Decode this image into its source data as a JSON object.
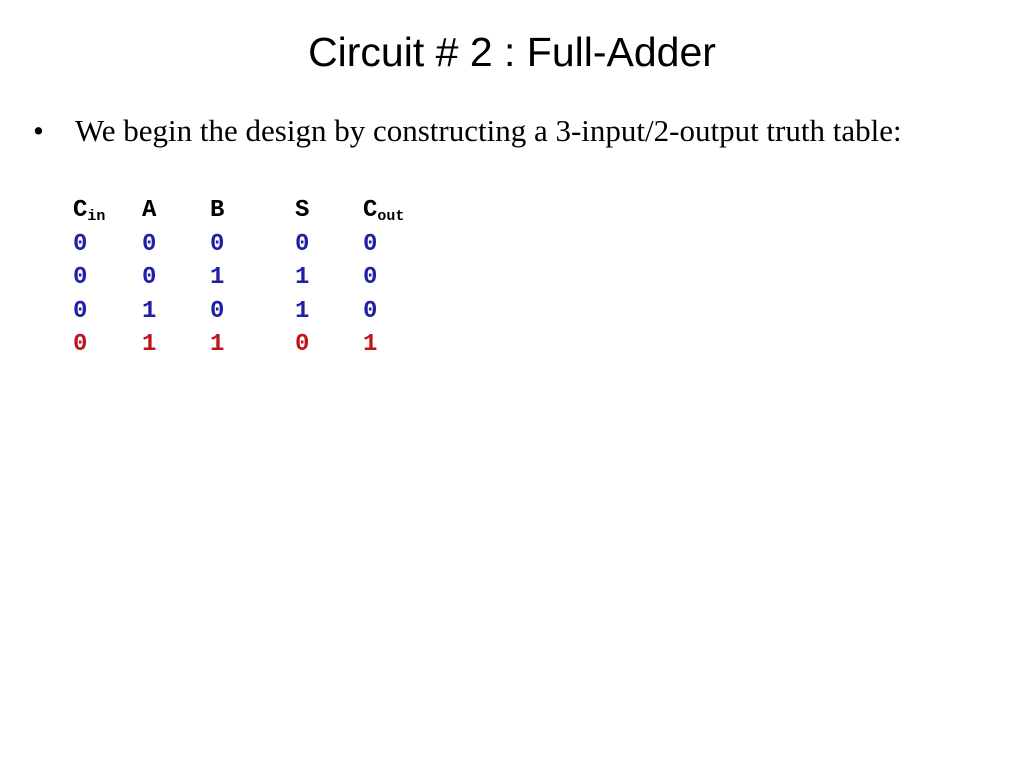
{
  "slide": {
    "title": "Circuit # 2 : Full-Adder",
    "bullet_mark": "•",
    "bullet_text": "We begin the design by constructing a 3-input/2-output truth table:"
  },
  "truth_table": {
    "headers": [
      {
        "main": "C",
        "sub": "in"
      },
      {
        "main": "A",
        "sub": ""
      },
      {
        "main": "B",
        "sub": ""
      },
      {
        "main": "S",
        "sub": ""
      },
      {
        "main": "C",
        "sub": "out"
      }
    ],
    "rows": [
      {
        "color": "#1f1fa8",
        "values": [
          "0",
          "0",
          "0",
          "0",
          "0"
        ]
      },
      {
        "color": "#1f1fa8",
        "values": [
          "0",
          "0",
          "1",
          "1",
          "0"
        ]
      },
      {
        "color": "#1f1fa8",
        "values": [
          "0",
          "1",
          "0",
          "1",
          "0"
        ]
      },
      {
        "color": "#c0141c",
        "values": [
          "0",
          "1",
          "1",
          "0",
          "1"
        ]
      }
    ]
  }
}
